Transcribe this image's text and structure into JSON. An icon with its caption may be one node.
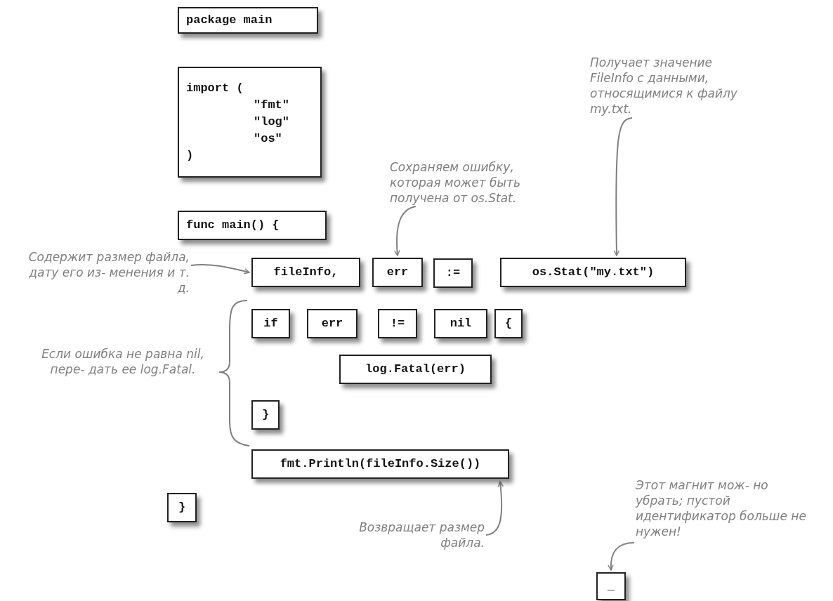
{
  "diagram": {
    "nodes": [
      {
        "text": [
          "package main"
        ]
      },
      {
        "text": [
          "import (",
          "\"fmt\"",
          "\"log\"",
          "\"os\"",
          ")"
        ]
      },
      {
        "text": [
          "func main() {"
        ]
      },
      {
        "text": [
          "fileInfo,"
        ]
      },
      {
        "text": [
          "err"
        ]
      },
      {
        "text": [
          ":="
        ]
      },
      {
        "text": [
          "os.Stat(\"my.txt\")"
        ]
      },
      {
        "text": [
          "if"
        ]
      },
      {
        "text": [
          "err"
        ]
      },
      {
        "text": [
          "!="
        ]
      },
      {
        "text": [
          "nil"
        ]
      },
      {
        "text": [
          "{"
        ]
      },
      {
        "text": [
          "log.Fatal(err)"
        ]
      },
      {
        "text": [
          "}"
        ]
      },
      {
        "text": [
          "fmt.Println(fileInfo.Size())"
        ]
      },
      {
        "text": [
          "}"
        ]
      },
      {
        "text": [
          "_"
        ]
      },
      {
        "text": [
          "Содержит размер файла, дату его из- менения и т. д."
        ]
      },
      {
        "text": [
          "Сохраняем ошибку, которая может быть получена от os.Stat."
        ]
      },
      {
        "text": [
          "Получает значение FileInfo с данными, относящимися к файлу my.txt."
        ]
      },
      {
        "text": [
          "Возвращает размер файла."
        ]
      },
      {
        "text": [
          "Этот магнит мож- но убрать; пустой идентификатор больше не нужен!"
        ]
      }
    ],
    "edges": [
      {
        "from": 17,
        "to": 3,
        "arrow": "to"
      },
      {
        "from": 18,
        "to": 4,
        "arrow": "to"
      },
      {
        "from": 19,
        "to": 6,
        "arrow": "to"
      },
      {
        "from": 20,
        "to": 14,
        "arrow": "to"
      },
      {
        "from": 21,
        "to": 16,
        "arrow": "to"
      }
    ],
    "labels": [
      "Если ошибка не равна nil, пере- дать ее log.Fatal."
    ]
  }
}
